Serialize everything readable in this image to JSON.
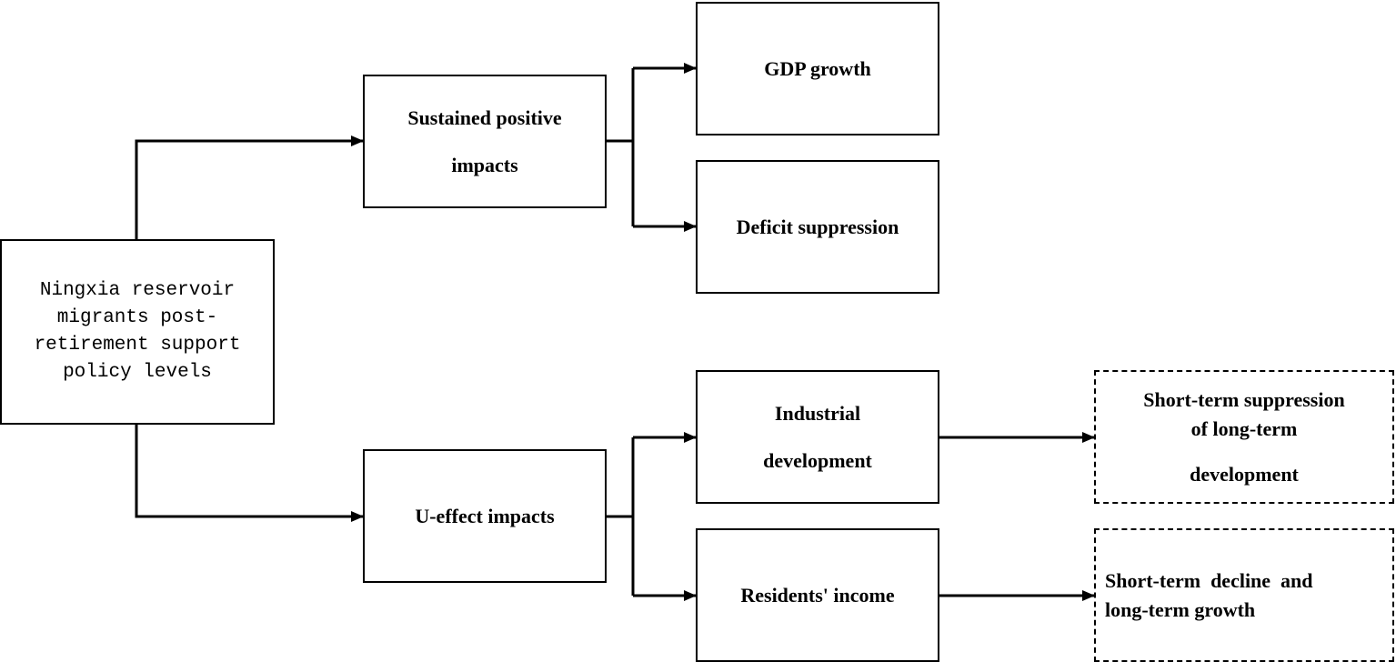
{
  "diagram": {
    "root": {
      "label": "Ningxia reservoir migrants post-retirement support policy levels",
      "lines": [
        "Ningxia reservoir",
        "migrants post-",
        "retirement support",
        "policy levels"
      ]
    },
    "branches": [
      {
        "label_lines": [
          "Sustained positive",
          "impacts"
        ],
        "children": [
          {
            "label": "GDP growth"
          },
          {
            "label": "Deficit suppression"
          }
        ]
      },
      {
        "label_lines": [
          "U-effect impacts"
        ],
        "children": [
          {
            "label_lines": [
              "Industrial",
              "development"
            ],
            "outcome_lines": [
              "Short-term suppression",
              "of long-term",
              "development"
            ]
          },
          {
            "label_lines": [
              "Residents' income"
            ],
            "outcome_lines": [
              "Short-term  decline  and",
              "long-term growth"
            ]
          }
        ]
      }
    ]
  }
}
